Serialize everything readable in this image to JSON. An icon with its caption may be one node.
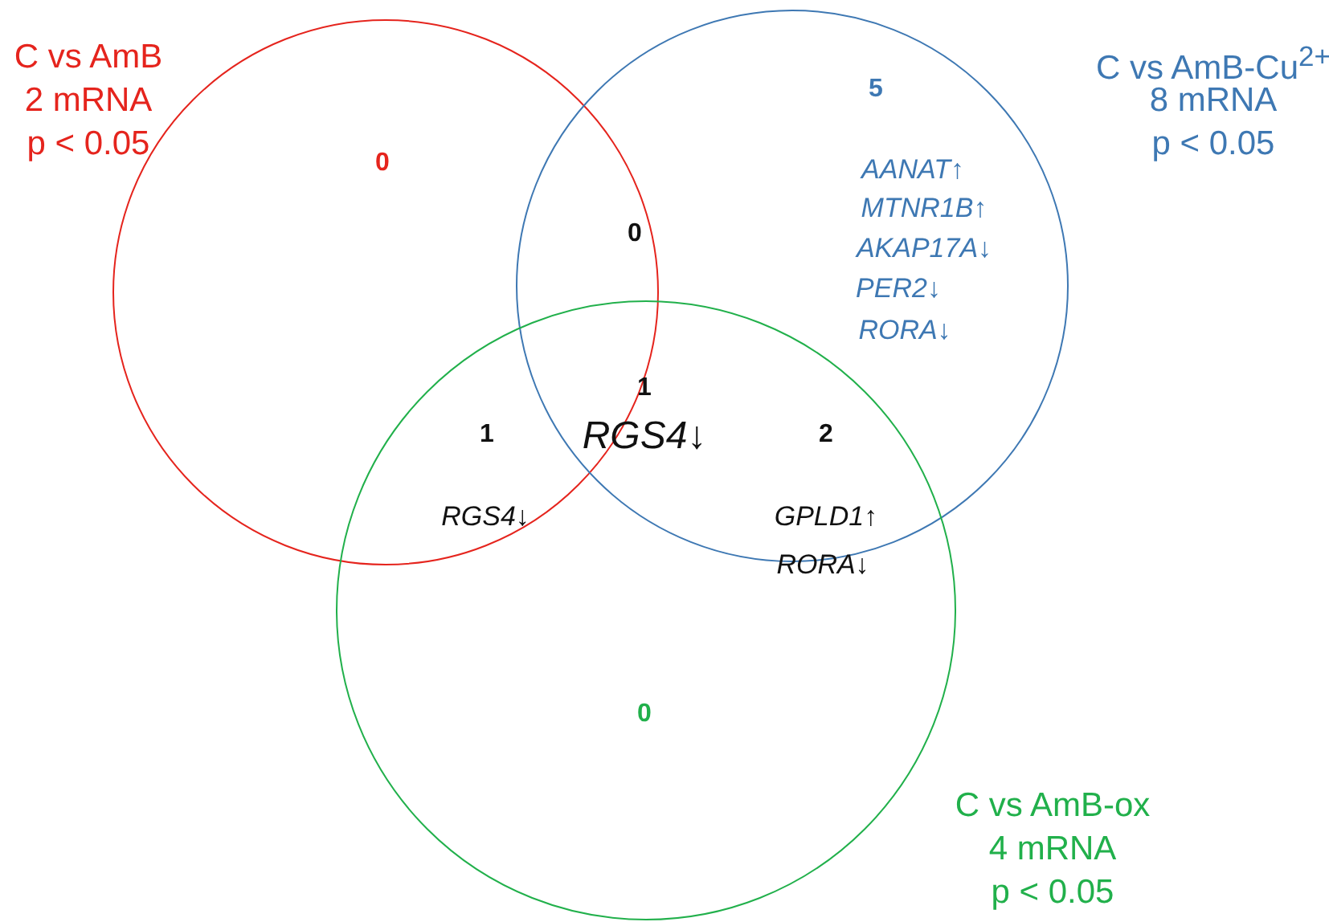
{
  "diagram": {
    "nodes": [
      {
        "text": [
          "C vs AmB",
          "2 mRNA",
          "p < 0.05"
        ]
      },
      {
        "text": [
          "C vs AmB-Cu$^{2+}$",
          "8 mRNA",
          "p < 0.05"
        ]
      },
      {
        "text": [
          "C vs AmB-ox",
          "4 mRNA",
          "p < 0.05"
        ]
      }
    ],
    "edges": [],
    "labels": [
      "5",
      "0",
      "0",
      "AANAT↑",
      "MTNR1B↑",
      "AKAP17A↓",
      "PER2↓",
      "RORA↓",
      "1",
      "RGS4↓",
      "1",
      "2",
      "RGS4↓",
      "GPLD1↑",
      "RORA↓",
      "0"
    ]
  }
}
